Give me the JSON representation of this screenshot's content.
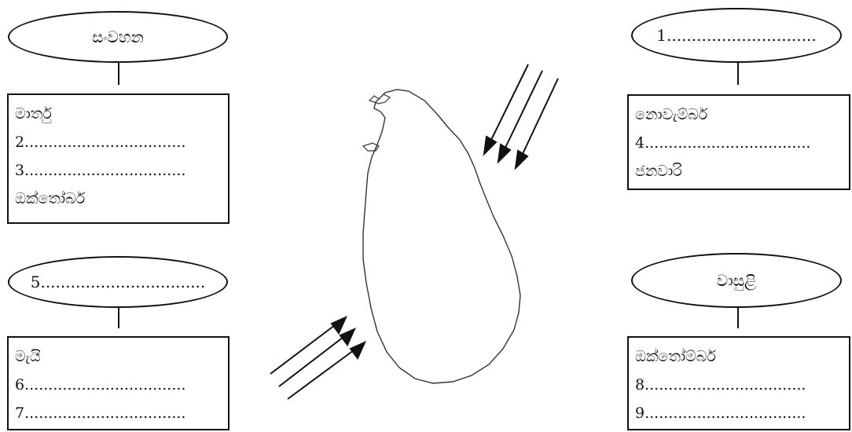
{
  "groups": {
    "top_left": {
      "title": "සංවහන",
      "lines": [
        "මාර්තු",
        "2..................................",
        "3..................................",
        "ඔක්තෝබර්"
      ]
    },
    "bottom_left": {
      "title": "5.................................",
      "lines": [
        "මැයි",
        "6..................................",
        "7.................................."
      ]
    },
    "top_right": {
      "title": "1..............................",
      "lines": [
        "නොවැම්බර්",
        "4...................................",
        "ජනවාරි"
      ]
    },
    "bottom_right": {
      "title": "වාසුළි",
      "lines": [
        "ඔක්තෝම්බර්",
        "8..................................",
        "9.................................."
      ]
    }
  }
}
